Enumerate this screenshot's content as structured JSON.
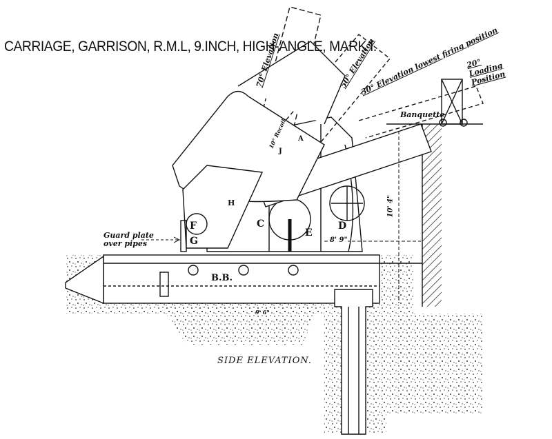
{
  "title": "CARRIAGE, GARRISON, R.M.L, 9.INCH, HIGH-ANGLE, MARK I.",
  "caption": "SIDE ELEVATION.",
  "elevations": {
    "e70": "70° Elevation",
    "e50": "50° Elevation",
    "e30": "30° Elevation lowest firing position",
    "loading": "20° Loading Position"
  },
  "labels": {
    "banquette": "Banquette",
    "recoil": "10° Recoil",
    "guard_plate_1": "Guard plate",
    "guard_plate_2": "over pipes",
    "A": "A",
    "J": "J",
    "H": "H",
    "F": "F",
    "G": "G",
    "C": "C",
    "E": "E",
    "D": "D",
    "BB": "B.B."
  },
  "dimensions": {
    "width": "8' 9\"",
    "height": "10' 4\"",
    "base": "9' 6\""
  }
}
